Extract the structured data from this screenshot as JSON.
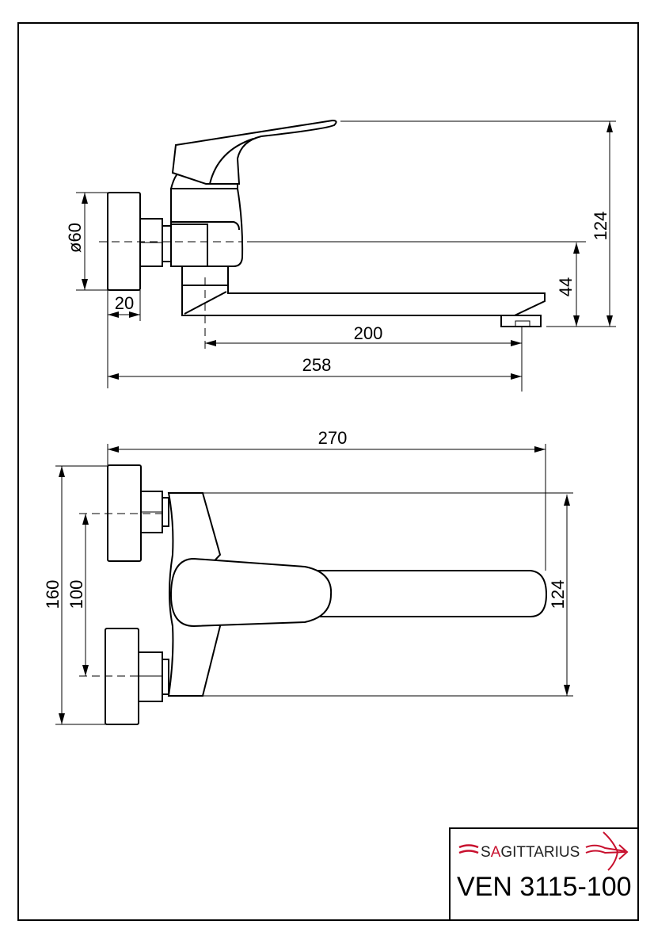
{
  "side_view": {
    "dimensions": {
      "height_total": "124",
      "outlet_height": "44",
      "diameter": "ø60",
      "escutcheon_depth": "20",
      "spout_length": "200",
      "total_length": "258"
    }
  },
  "top_view": {
    "dimensions": {
      "total_length": "270",
      "total_width": "160",
      "connection_spacing": "100",
      "body_width": "124"
    }
  },
  "title_block": {
    "brand_prefix": "S",
    "brand_accent": "A",
    "brand_rest": "GITTARIUS",
    "product_code": "VEN 3115-100",
    "brand_color": "#c8102e"
  }
}
